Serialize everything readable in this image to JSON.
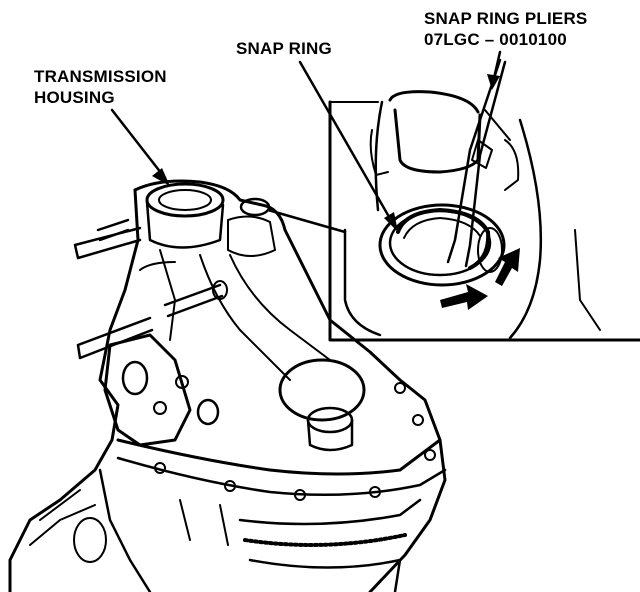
{
  "labels": {
    "housing_line1": "TRANSMISSION",
    "housing_line2": "HOUSING",
    "snap_ring": "SNAP RING",
    "pliers_line1": "SNAP RING PLIERS",
    "pliers_line2": "07LGC – 0010100"
  },
  "colors": {
    "ink": "#000000",
    "paper": "#ffffff"
  }
}
